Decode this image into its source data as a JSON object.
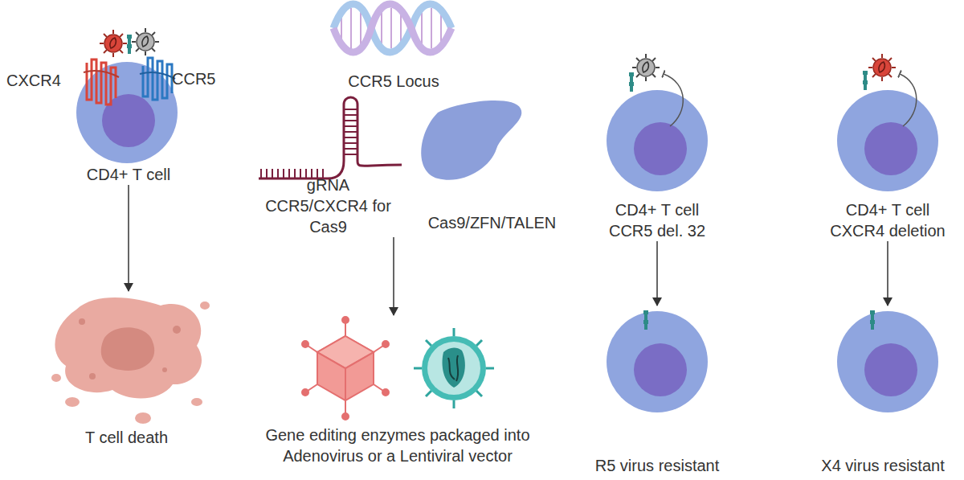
{
  "diagram": {
    "nodes": [
      {
        "text": [
          "CD4+ T cell"
        ]
      },
      {
        "text": [
          "T cell death"
        ]
      },
      {
        "text": [
          "CCR5 Locus"
        ]
      },
      {
        "text": [
          "gRNA CCR5/CXCR4 for Cas9"
        ]
      },
      {
        "text": [
          "Cas9/ZFN/TALEN"
        ]
      },
      {
        "text": [
          "Gene editing enzymes packaged into Adenovirus or a Lentiviral vector"
        ]
      },
      {
        "text": [
          "CD4+ T cell CCR5 del. 32"
        ]
      },
      {
        "text": [
          "R5 virus resistant"
        ]
      },
      {
        "text": [
          "CD4+ T cell CXCR4 deletion"
        ]
      },
      {
        "text": [
          "X4 virus resistant"
        ]
      }
    ],
    "edges": [
      {
        "from": 0,
        "to": 1,
        "arrow": "to"
      },
      {
        "from": 3,
        "to": 5,
        "arrow": "to"
      },
      {
        "from": 6,
        "to": 7,
        "arrow": "to"
      },
      {
        "from": 8,
        "to": 9,
        "arrow": "to"
      }
    ],
    "labels": [
      "CXCR4",
      "CCR5"
    ]
  }
}
